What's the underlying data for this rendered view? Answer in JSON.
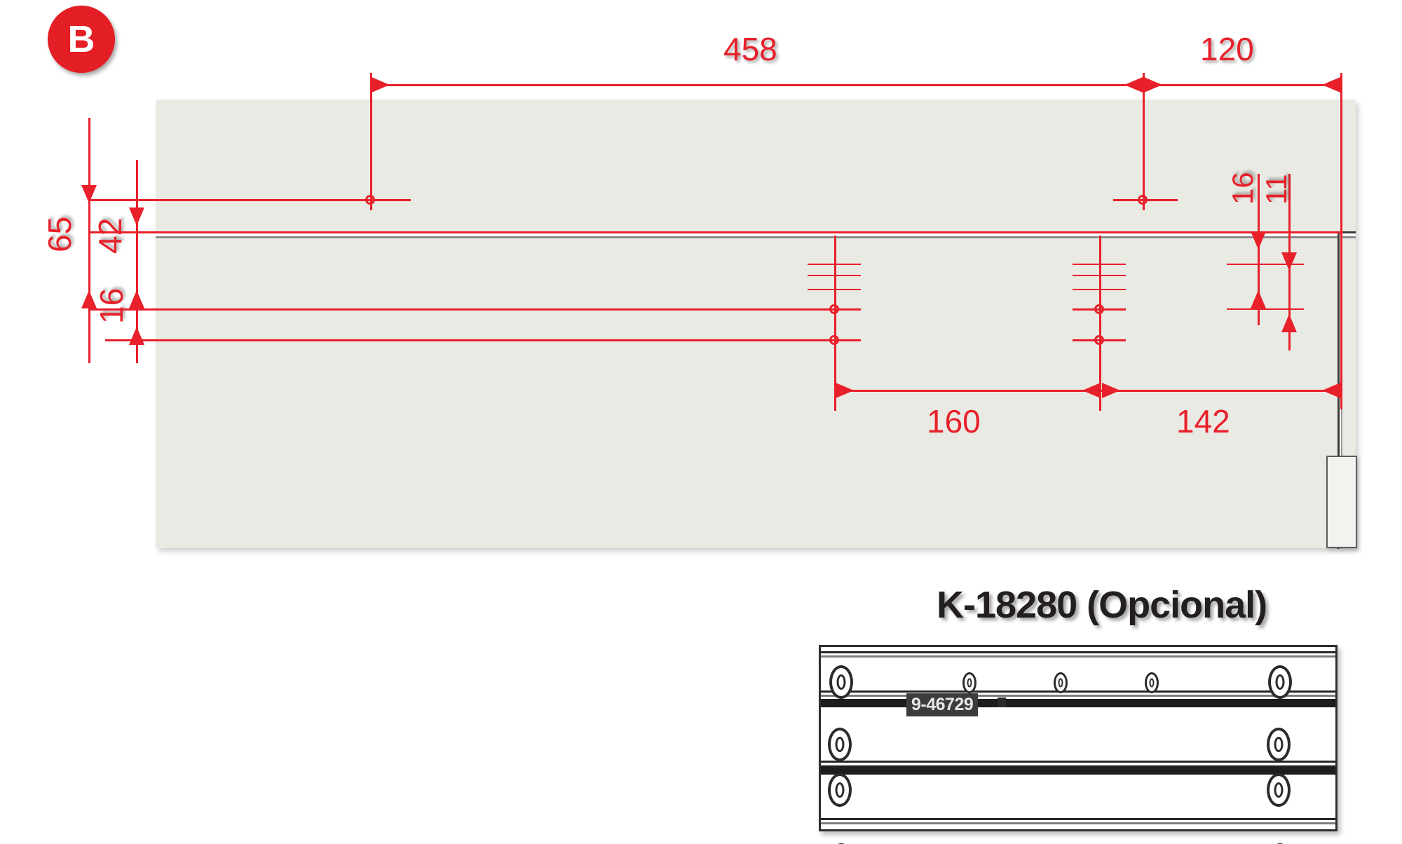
{
  "drawing": {
    "callout_badge": "B",
    "dimensions": {
      "top_overall": "458",
      "top_right": "120",
      "left_outer": "65",
      "left_inner": "42",
      "left_bottom": "16",
      "right_inner": "16",
      "right_outer": "11",
      "bottom_left": "160",
      "bottom_right": "142"
    },
    "optional_part": {
      "title": "K-18280 (Opcional)",
      "part_tag": "9-46729"
    },
    "colors": {
      "dimension_red": "#e8202a",
      "badge_red": "#e31e24",
      "panel_fill": "#eaeae4",
      "outline_dark": "#2e2e2e",
      "tag_background": "#3c3c3c"
    }
  }
}
